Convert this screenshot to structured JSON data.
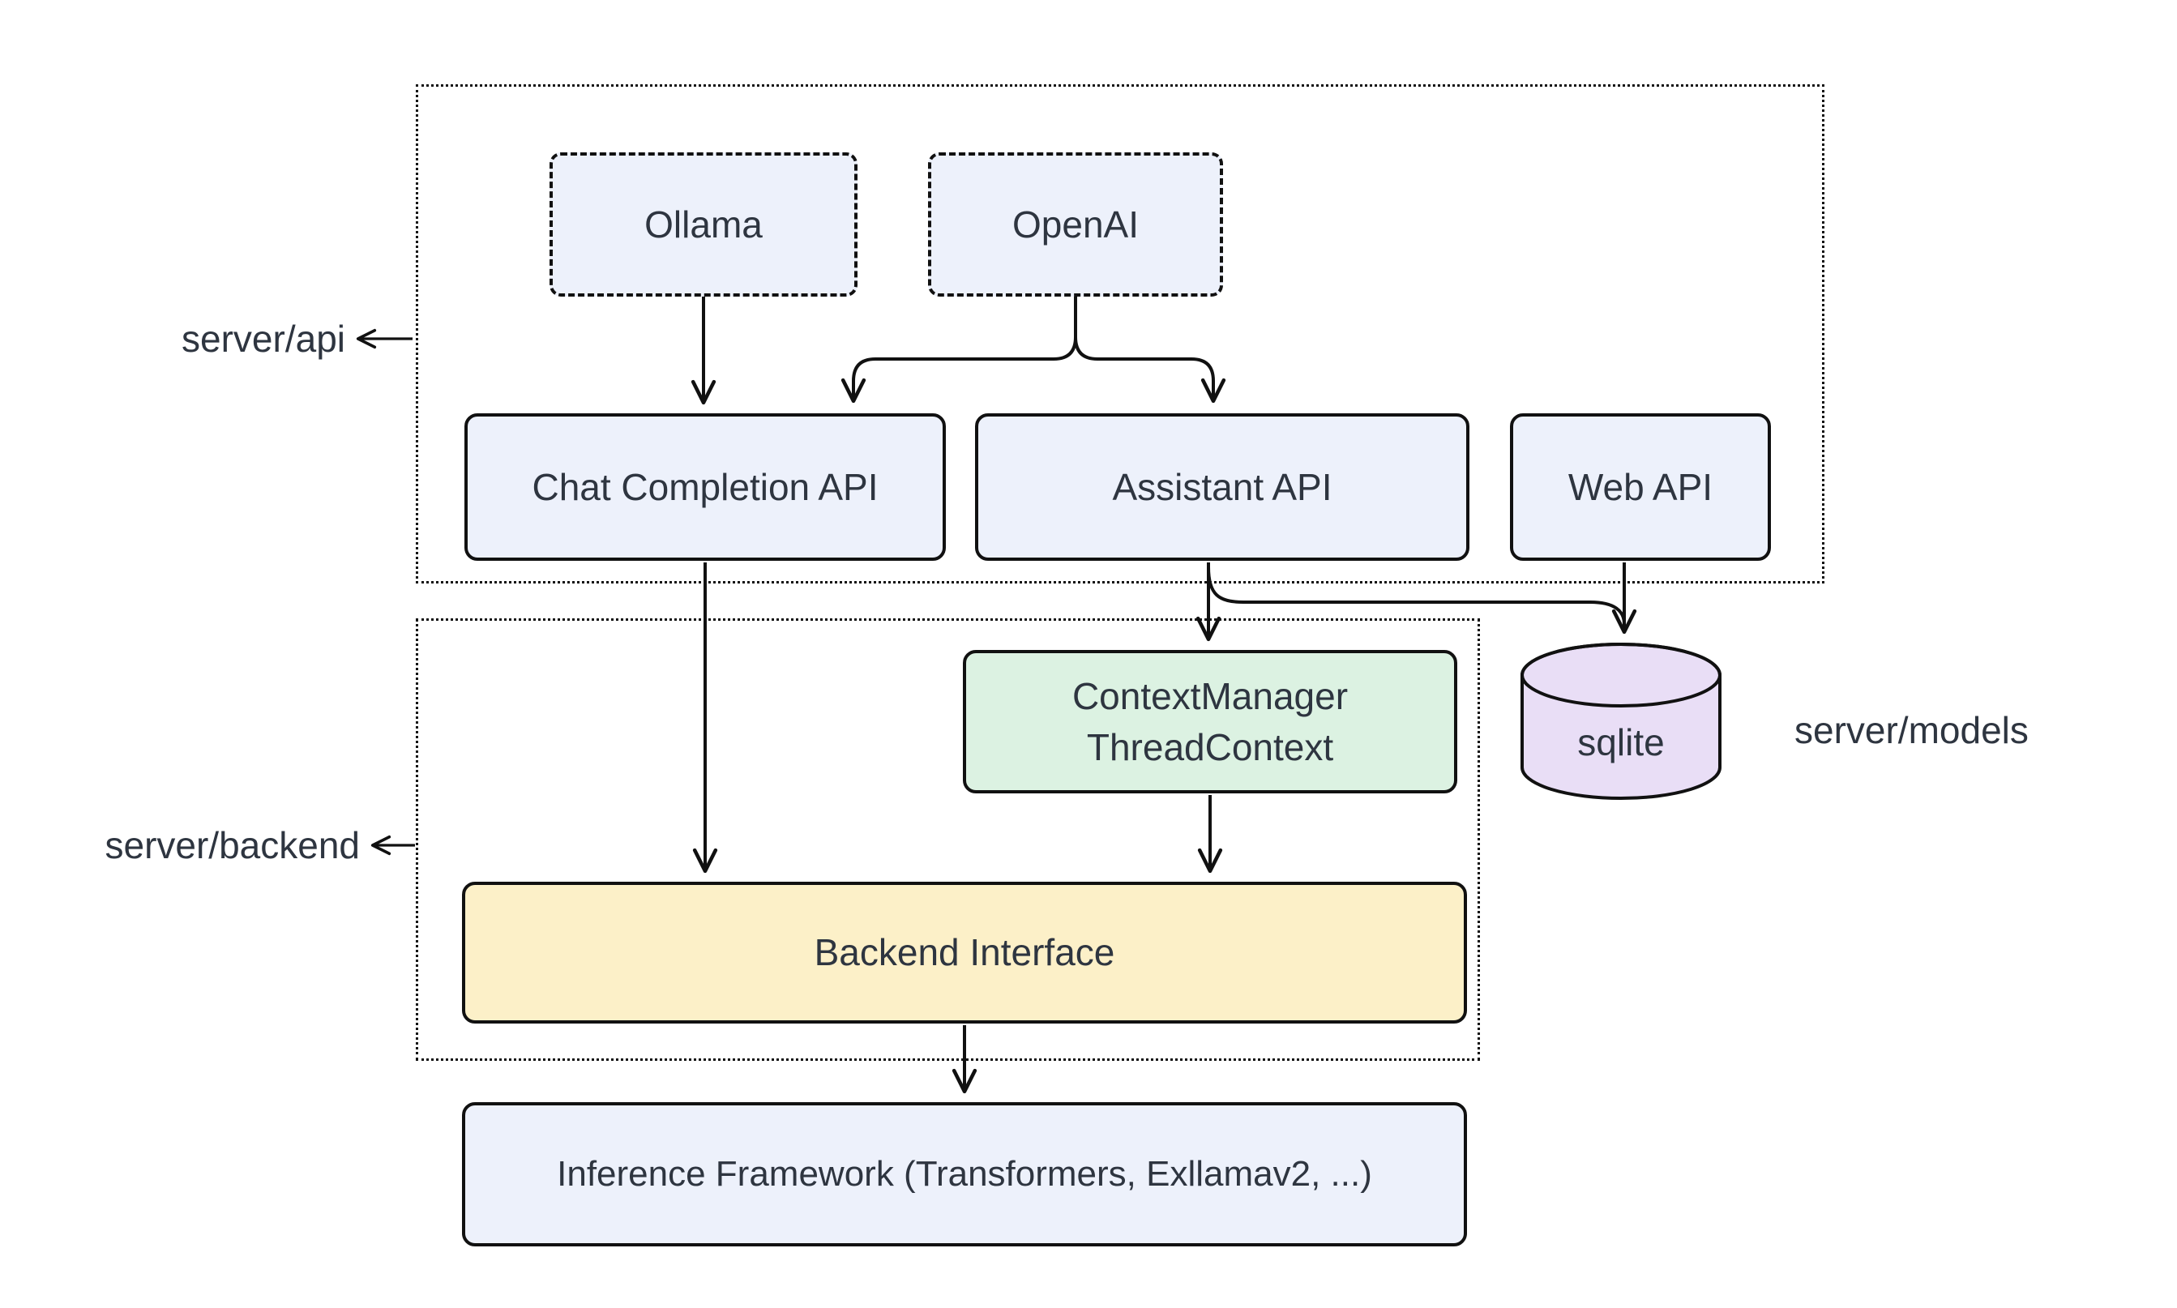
{
  "diagram_type": "software-architecture-flowchart",
  "colors": {
    "bg": "#ffffff",
    "line": "#111111",
    "text": "#2e3540",
    "node_blue": "#edf1fb",
    "node_green": "#dcf2e2",
    "node_yellow": "#fcf0c8",
    "node_purple": "#e9def6"
  },
  "labels": {
    "api": "server/api",
    "backend": "server/backend",
    "models": "server/models"
  },
  "nodes": {
    "ollama": {
      "label": "Ollama",
      "style": "dashed-blue"
    },
    "openai": {
      "label": "OpenAI",
      "style": "dashed-blue"
    },
    "chat_completion_api": {
      "label": "Chat Completion API",
      "style": "blue"
    },
    "assistant_api": {
      "label": "Assistant API",
      "style": "blue"
    },
    "web_api": {
      "label": "Web API",
      "style": "blue"
    },
    "context_manager": {
      "lines": [
        "ContextManager",
        "ThreadContext"
      ],
      "style": "green"
    },
    "sqlite": {
      "label": "sqlite",
      "style": "purple-cylinder"
    },
    "backend_interface": {
      "label": "Backend Interface",
      "style": "yellow"
    },
    "inference_framework": {
      "label": "Inference Framework (Transformers, Exllamav2, ...)",
      "style": "blue"
    }
  },
  "edges": [
    {
      "from": "Ollama",
      "to": "Chat Completion API"
    },
    {
      "from": "OpenAI",
      "to": "Chat Completion API"
    },
    {
      "from": "OpenAI",
      "to": "Assistant API"
    },
    {
      "from": "Chat Completion API",
      "to": "Backend Interface"
    },
    {
      "from": "Assistant API",
      "to": "ContextManager ThreadContext"
    },
    {
      "from": "Assistant API",
      "to": "sqlite"
    },
    {
      "from": "Web API",
      "to": "sqlite"
    },
    {
      "from": "ContextManager ThreadContext",
      "to": "Backend Interface"
    },
    {
      "from": "Backend Interface",
      "to": "Inference Framework (Transformers, Exllamav2, ...)"
    }
  ],
  "groups": [
    {
      "label": "server/api",
      "contains": [
        "Ollama",
        "OpenAI",
        "Chat Completion API",
        "Assistant API",
        "Web API"
      ]
    },
    {
      "label": "server/backend",
      "contains": [
        "ContextManager ThreadContext",
        "Backend Interface"
      ]
    },
    {
      "label": "server/models",
      "refers_to": "sqlite"
    }
  ]
}
